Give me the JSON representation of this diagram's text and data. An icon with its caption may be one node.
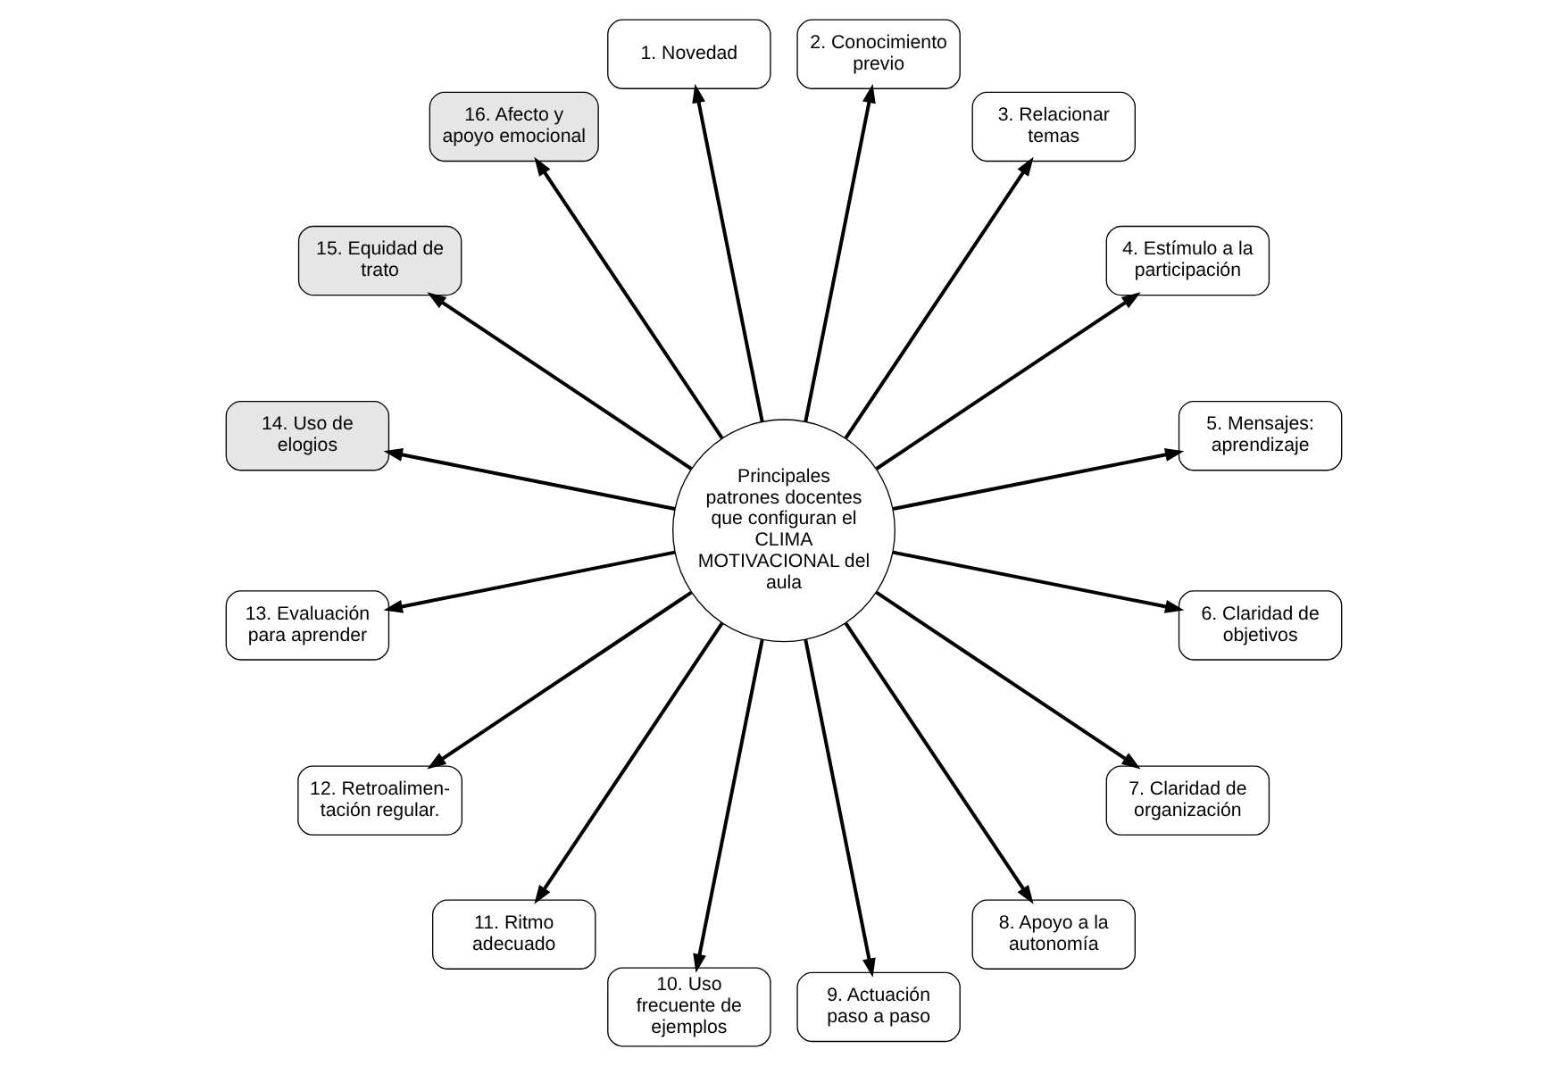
{
  "diagram": {
    "nodes": [
      {
        "text": [
          "Principales patrones docentes que configuran el CLIMA MOTIVACIONAL del aula"
        ]
      },
      {
        "text": [
          "1. Novedad"
        ]
      },
      {
        "text": [
          "2. Conocimiento previo"
        ]
      },
      {
        "text": [
          "3. Relacionar temas"
        ]
      },
      {
        "text": [
          "4. Estímulo a la participación"
        ]
      },
      {
        "text": [
          "5. Mensajes: aprendizaje"
        ]
      },
      {
        "text": [
          "6. Claridad de objetivos"
        ]
      },
      {
        "text": [
          "7. Claridad de organización"
        ]
      },
      {
        "text": [
          "8. Apoyo a la autonomía"
        ]
      },
      {
        "text": [
          "9. Actuación paso a paso"
        ]
      },
      {
        "text": [
          "10. Uso frecuente de ejemplos"
        ]
      },
      {
        "text": [
          "11. Ritmo adecuado"
        ]
      },
      {
        "text": [
          "12. Retroalimen- tación regular."
        ]
      },
      {
        "text": [
          "13. Evaluación para aprender"
        ]
      },
      {
        "text": [
          "14. Uso de elogios"
        ]
      },
      {
        "text": [
          "15. Equidad de trato"
        ]
      },
      {
        "text": [
          "16. Afecto y apoyo emocional"
        ]
      }
    ],
    "edges": [
      {
        "from": 0,
        "to": 1,
        "arrow": "to"
      },
      {
        "from": 0,
        "to": 2,
        "arrow": "to"
      },
      {
        "from": 0,
        "to": 3,
        "arrow": "to"
      },
      {
        "from": 0,
        "to": 4,
        "arrow": "to"
      },
      {
        "from": 0,
        "to": 5,
        "arrow": "to"
      },
      {
        "from": 0,
        "to": 6,
        "arrow": "to"
      },
      {
        "from": 0,
        "to": 7,
        "arrow": "to"
      },
      {
        "from": 0,
        "to": 8,
        "arrow": "to"
      },
      {
        "from": 0,
        "to": 9,
        "arrow": "to"
      },
      {
        "from": 0,
        "to": 10,
        "arrow": "to"
      },
      {
        "from": 0,
        "to": 11,
        "arrow": "to"
      },
      {
        "from": 0,
        "to": 12,
        "arrow": "to"
      },
      {
        "from": 0,
        "to": 13,
        "arrow": "to"
      },
      {
        "from": 0,
        "to": 14,
        "arrow": "to"
      },
      {
        "from": 0,
        "to": 15,
        "arrow": "to"
      },
      {
        "from": 0,
        "to": 16,
        "arrow": "to"
      }
    ]
  }
}
